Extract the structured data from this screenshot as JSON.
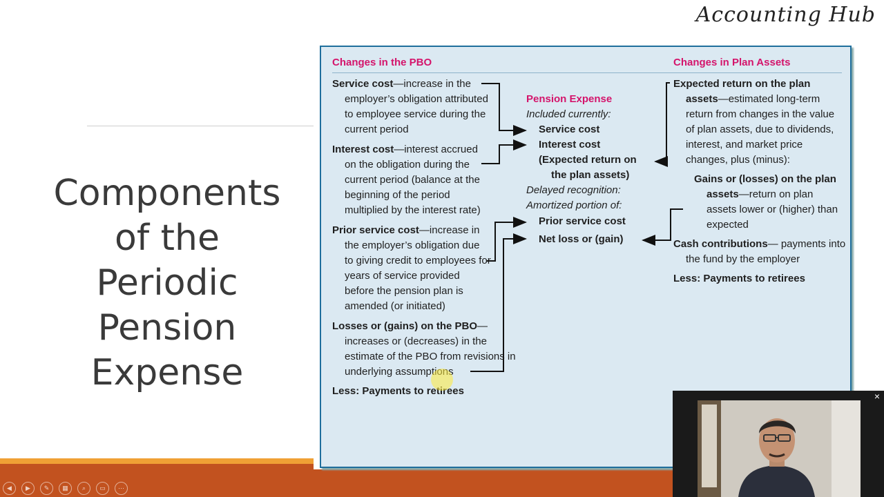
{
  "brand": "Accounting Hub",
  "slide_title_lines": [
    "Components",
    "of the",
    "Periodic",
    "Pension",
    "Expense"
  ],
  "figure": {
    "left_header": "Changes in the PBO",
    "right_header": "Changes in Plan Assets",
    "center_header": "Pension Expense",
    "pbo": {
      "service_term": "Service cost",
      "service_text": "—increase in the employer’s obligation attributed to employee service during the current period",
      "interest_term": "Interest cost",
      "interest_text": "—interest accrued on the obligation during the current period (balance at the beginning of the period multiplied by the interest rate)",
      "prior_term": "Prior service cost",
      "prior_text": "—increase in the employer’s obligation due to giving credit to employees for years of service provided before the pension plan is amended (or initiated)",
      "losses_term": "Losses or (gains) on the PBO",
      "losses_text": "—increases or (decreases) in the estimate of the PBO from revisions in underlying assumptions",
      "less": "Less: Payments to retirees"
    },
    "expense": {
      "included": "Included currently:",
      "service": "Service cost",
      "interest": "Interest cost",
      "expected_1": "(Expected return on",
      "expected_2": "the plan assets)",
      "delayed": "Delayed recognition:",
      "amortized": "Amortized portion of:",
      "prior": "Prior service cost",
      "netloss": "Net loss or (gain)"
    },
    "assets": {
      "expected_term": "Expected return on the plan assets",
      "expected_text": "—estimated long-term return from changes in the value of plan assets, due to dividends, interest, and market price changes, plus (minus):",
      "gains_term": "Gains or (losses) on the plan assets",
      "gains_text": "—return on plan assets lower or (higher) than expected",
      "cash_term": "Cash contributions",
      "cash_text": "— payments into the fund by the employer",
      "less": "Less: Payments to retirees"
    }
  },
  "colors": {
    "accent_header": "#d4146b",
    "figure_bg": "#dbe9f2",
    "figure_border": "#1e6e9c",
    "bottom_bar": "#c2521f",
    "bottom_bar_top": "#f0a035"
  },
  "video_close": "×",
  "controls": [
    "prev-icon",
    "next-icon",
    "pen-icon",
    "slides-icon",
    "zoom-icon",
    "subtitles-icon",
    "more-icon"
  ]
}
